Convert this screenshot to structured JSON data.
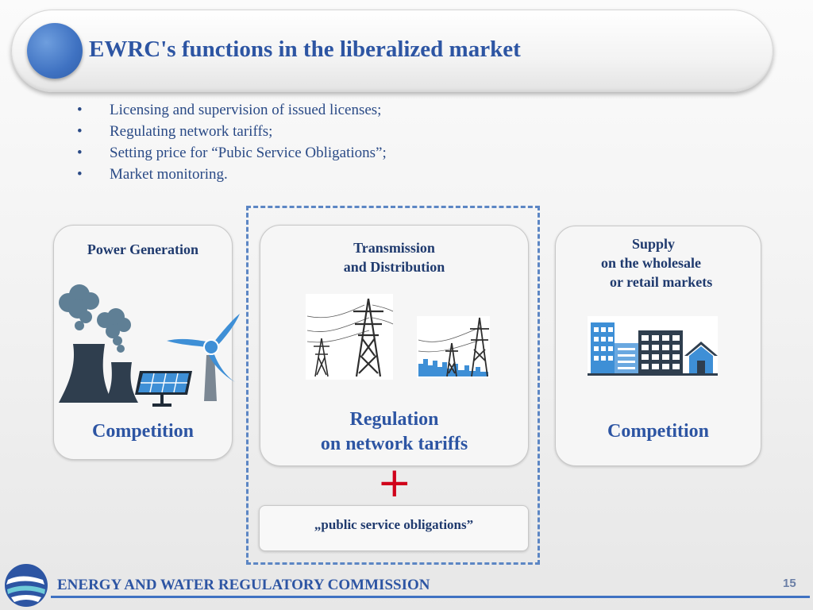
{
  "slide": {
    "title": "EWRC's functions in the liberalized market",
    "bullets": [
      "Licensing and supervision of issued licenses;",
      "Regulating network tariffs;",
      "Setting price for “Pubic Service Obligations”;",
      "Market monitoring."
    ],
    "bullet_glyph": "•"
  },
  "boxes": {
    "generation": {
      "heading": "Power Generation",
      "status": "Competition"
    },
    "transmission": {
      "heading_line1": "Transmission",
      "heading_line2": "and Distribution",
      "status_line1": "Regulation",
      "status_line2": "on network tariffs"
    },
    "supply": {
      "heading_line1": "Supply",
      "heading_line2": "on the wholesale",
      "heading_line3": "or retail markets",
      "status": "Competition"
    }
  },
  "plus_sign": "+",
  "pso_box": {
    "label": "„public service obligations”"
  },
  "footer": {
    "organization": "ENERGY AND WATER REGULATORY COMMISSION",
    "page_number": "15"
  },
  "icons": {
    "generation": [
      "smoke-icon",
      "cooling-tower-icon",
      "solar-panel-icon",
      "wind-turbine-icon"
    ],
    "transmission": [
      "power-pylon-icon",
      "city-pylon-icon"
    ],
    "supply": [
      "buildings-icon",
      "house-icon"
    ],
    "footer": [
      "ewrc-logo-icon"
    ]
  },
  "colors": {
    "accent_blue": "#2d55a3",
    "icon_dark": "#2f3e4e",
    "icon_blue": "#3e8fd6",
    "smoke": "#5f7f95",
    "dashed_border": "#5c86c4",
    "plus_red": "#d0021b"
  }
}
